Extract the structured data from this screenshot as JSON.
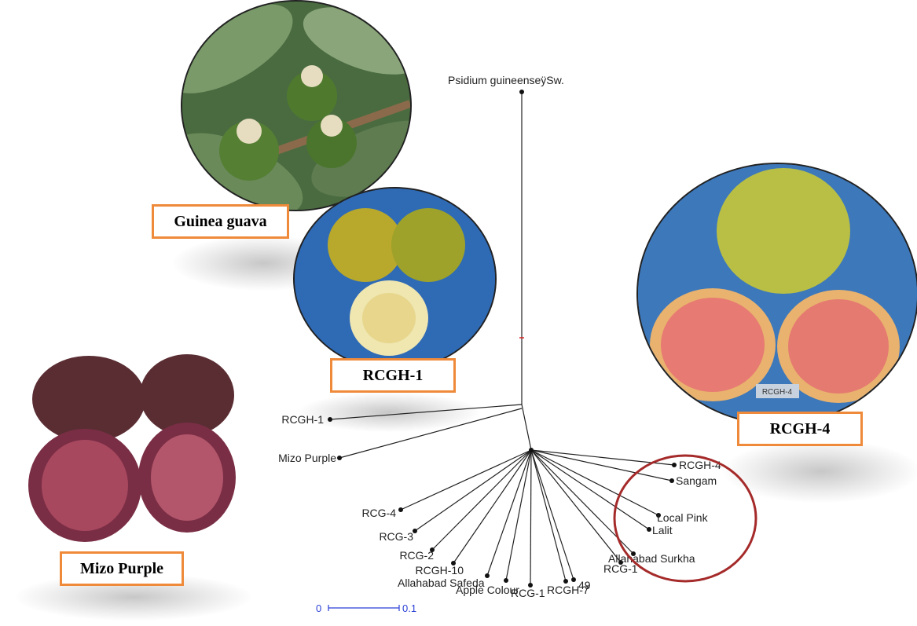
{
  "photos": {
    "guinea_guava": {
      "label": "Guinea guava"
    },
    "rcgh1": {
      "label": "RCGH-1"
    },
    "rcgh4": {
      "label": "RCGH-4",
      "tag": "RCGH-4"
    },
    "mizo_purple": {
      "label": "Mizo Purple"
    }
  },
  "tree": {
    "root_label": "Psidium guineenseÿSw.",
    "leaves": [
      {
        "id": "rcgh1",
        "label": "RCGH-1"
      },
      {
        "id": "mizo",
        "label": "Mizo Purple"
      },
      {
        "id": "rcgh4",
        "label": "RCGH-4"
      },
      {
        "id": "sangam",
        "label": "Sangam"
      },
      {
        "id": "localpink",
        "label": "Local Pink"
      },
      {
        "id": "lalit",
        "label": "Lalit"
      },
      {
        "id": "allsurkha",
        "label": "Allahabad Surkha"
      },
      {
        "id": "rcg1b",
        "label": "RCG-1"
      },
      {
        "id": "rcg4",
        "label": "RCG-4"
      },
      {
        "id": "rcg3",
        "label": "RCG-3"
      },
      {
        "id": "rcg2",
        "label": "RCG-2"
      },
      {
        "id": "rcgh10",
        "label": "RCGH-10"
      },
      {
        "id": "allsafeda",
        "label": "Allahabad Safeda"
      },
      {
        "id": "applecolour",
        "label": "Apple Colour"
      },
      {
        "id": "rcg1",
        "label": "RCG-1"
      },
      {
        "id": "rcgh7",
        "label": "RCGH-7"
      },
      {
        "id": "n49",
        "label": "49"
      }
    ],
    "scale_bar": {
      "start": "0",
      "end": "0.1"
    },
    "highlight_color": "#a52a2a",
    "line_color": "#222222",
    "scale_color": "#2a3fd6"
  },
  "colors": {
    "label_border": "#ef8a3a"
  }
}
